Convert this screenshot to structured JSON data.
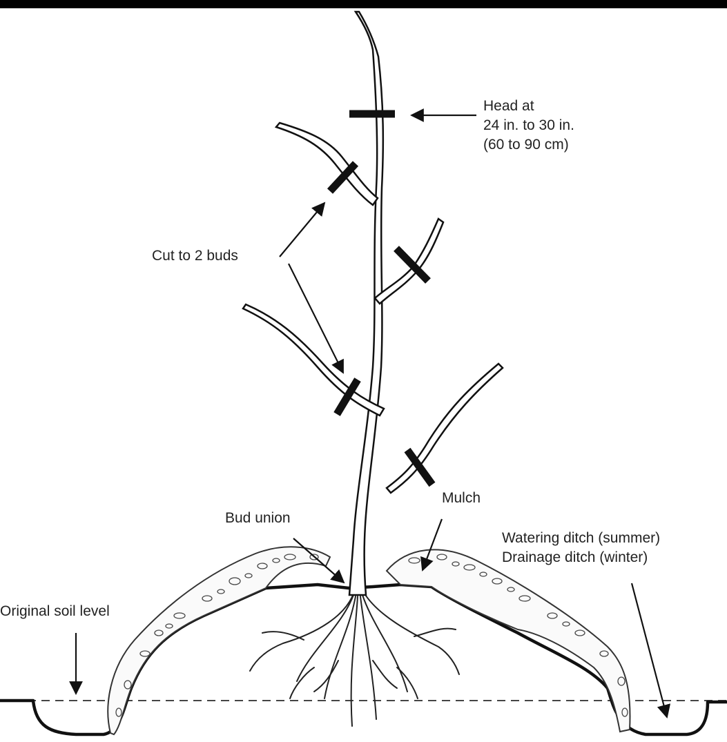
{
  "labels": {
    "head": [
      "Head at",
      "24 in. to 30 in.",
      "(60 to 90 cm)"
    ],
    "cut": "Cut to 2 buds",
    "bud_union": "Bud union",
    "mulch": "Mulch",
    "ditch": [
      "Watering ditch (summer)",
      "Drainage ditch (winter)"
    ],
    "soil": "Original soil level"
  },
  "colors": {
    "background": "#ffffff",
    "frame": "#000000",
    "line": "#111111"
  }
}
